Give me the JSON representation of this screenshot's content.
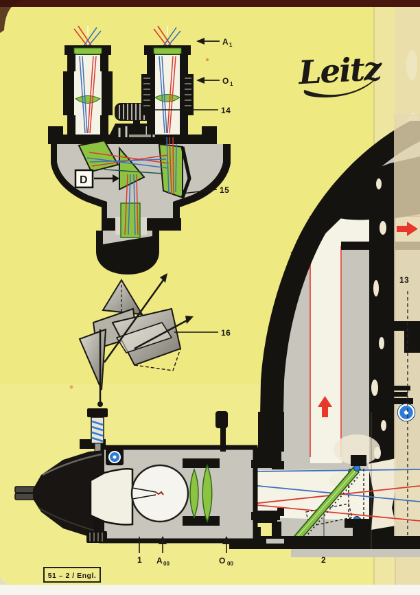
{
  "page": {
    "background": "#efe982",
    "top_edge_color": "#47170f",
    "footer_code": "51 – 2 / Engl.",
    "logo_text": "Leitz"
  },
  "labels": {
    "a1_main": "A",
    "a1_sub": "1",
    "o1_main": "O",
    "o1_sub": "1",
    "n14": "14",
    "n15": "15",
    "n16": "16",
    "n13": "13",
    "d_box": "D",
    "n1": "1",
    "a00_main": "A",
    "a00_sub": "00",
    "o00_main": "O",
    "o00_sub": "00",
    "n2": "2"
  },
  "colors": {
    "ink_black": "#151310",
    "metal_gray": "#c8c5bc",
    "optics_green": "#8cc441",
    "ray_red": "#d93a30",
    "ray_blue": "#3e6fbe",
    "arrow_red": "#e8372b",
    "knob_blue": "#2e7cd6",
    "path_ivory": "#f5f2e6",
    "worn_paper": "#e6d8b2"
  }
}
